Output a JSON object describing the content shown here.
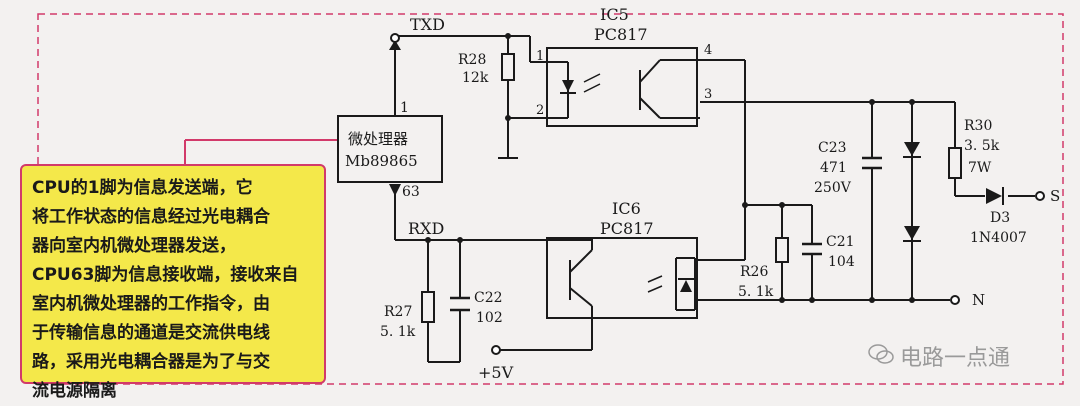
{
  "mcu": {
    "line1": "微处理器",
    "line2": "Mb89865",
    "pin1": "1",
    "pin63": "63"
  },
  "signals": {
    "txd": "TXD",
    "rxd": "RXD",
    "vcc": "+5V",
    "s": "S",
    "n": "N"
  },
  "ic5": {
    "name": "IC5",
    "part": "PC817",
    "pin1": "1",
    "pin2": "2",
    "pin3": "3",
    "pin4": "4"
  },
  "ic6": {
    "name": "IC6",
    "part": "PC817"
  },
  "r28": {
    "name": "R28",
    "value": "12k"
  },
  "r27": {
    "name": "R27",
    "value": "5. 1k"
  },
  "c22": {
    "name": "C22",
    "value": "102"
  },
  "r26": {
    "name": "R26",
    "value": "5. 1k"
  },
  "c21": {
    "name": "C21",
    "value": "104"
  },
  "c23": {
    "name": "C23",
    "value": "471",
    "voltage": "250V"
  },
  "r30": {
    "name": "R30",
    "value": "3. 5k",
    "power": "7W"
  },
  "d3": {
    "name": "D3",
    "part": "1N4007"
  },
  "note": {
    "lines": [
      "CPU的1脚为信息发送端，它",
      "将工作状态的信息经过光电耦合",
      "器向室内机微处理器发送，",
      "CPU63脚为信息接收端，接收来自",
      "室内机微处理器的工作指令，由",
      "于传输信息的通道是交流供电线",
      "路，采用光电耦合器是为了与交",
      "流电源隔离"
    ]
  },
  "watermark": {
    "text": "电路一点通"
  },
  "colors": {
    "wire": "#1a1a1a",
    "border": "#d23a6a",
    "note_bg": "#f4e84a"
  }
}
